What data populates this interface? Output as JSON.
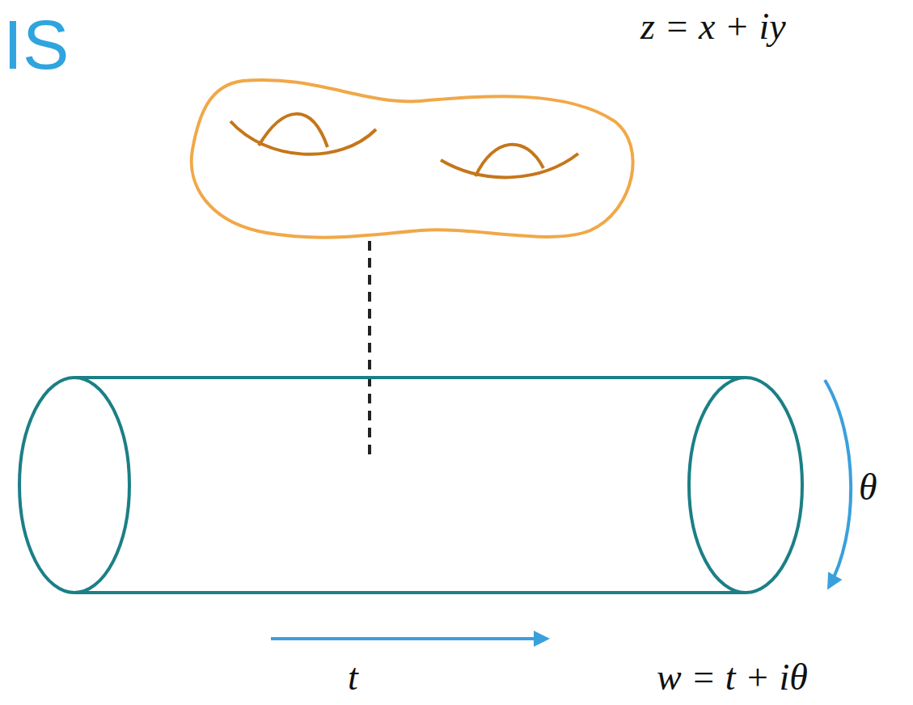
{
  "diagram": {
    "labels": [
      "IS",
      "z = x + iy",
      "θ",
      "t",
      "w = t + iθ"
    ]
  }
}
